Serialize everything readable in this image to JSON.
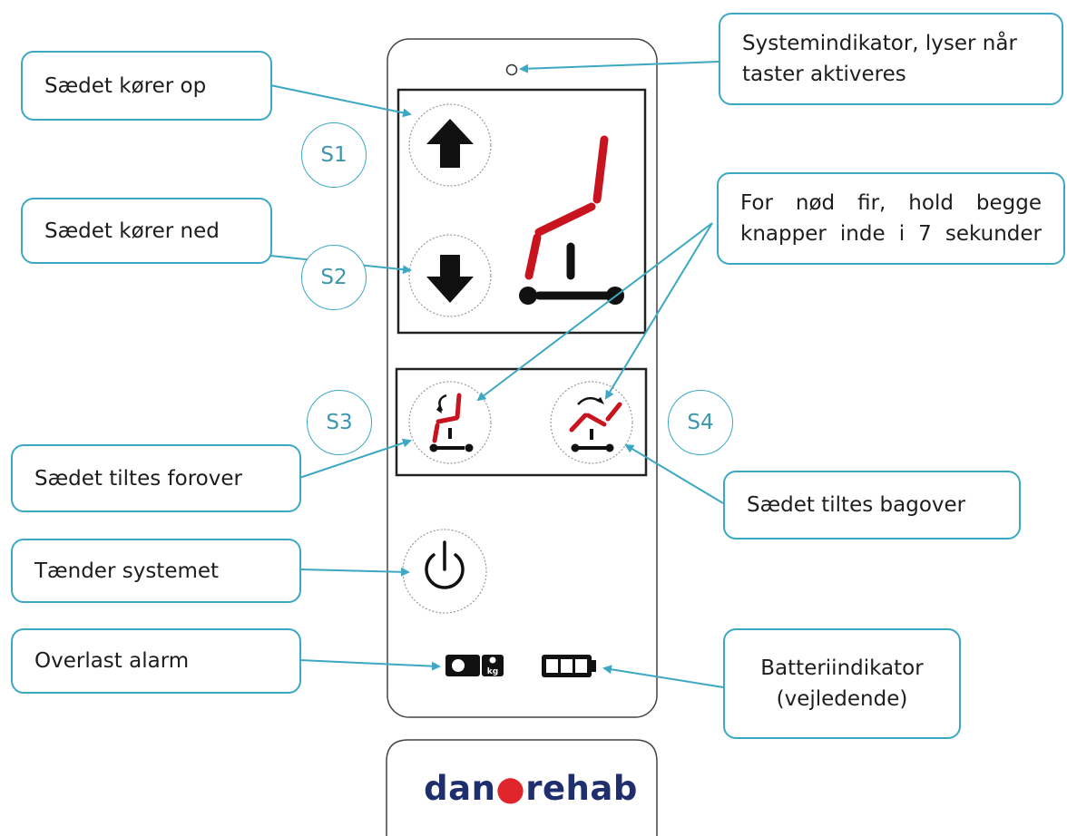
{
  "callouts": {
    "system_indicator": "Systemindikator, lyser når taster aktiveres",
    "seat_up": "Sædet kører op",
    "seat_down": "Sædet kører ned",
    "emergency": "For nød fir, hold begge knapper inde i 7 sekunder",
    "tilt_forward": "Sædet tiltes forover",
    "tilt_backward": "Sædet tiltes bagover",
    "power_on": "Tænder systemet",
    "overload": "Overlast alarm",
    "battery": "Batteriindikator (vejledende)"
  },
  "badges": {
    "s1": "S1",
    "s2": "S2",
    "s3": "S3",
    "s4": "S4"
  },
  "overload_icon_text": "kg",
  "logo": {
    "part1": "dan",
    "part2": "rehab"
  },
  "colors": {
    "accent": "#3ca8c3",
    "seat_red": "#c8141e",
    "ink": "#111111",
    "logo_blue": "#1f2f6e"
  },
  "icons": [
    "arrow-up-icon",
    "arrow-down-icon",
    "seat-icon",
    "tilt-forward-icon",
    "tilt-backward-icon",
    "power-icon",
    "overload-icon",
    "battery-icon",
    "indicator-led"
  ]
}
